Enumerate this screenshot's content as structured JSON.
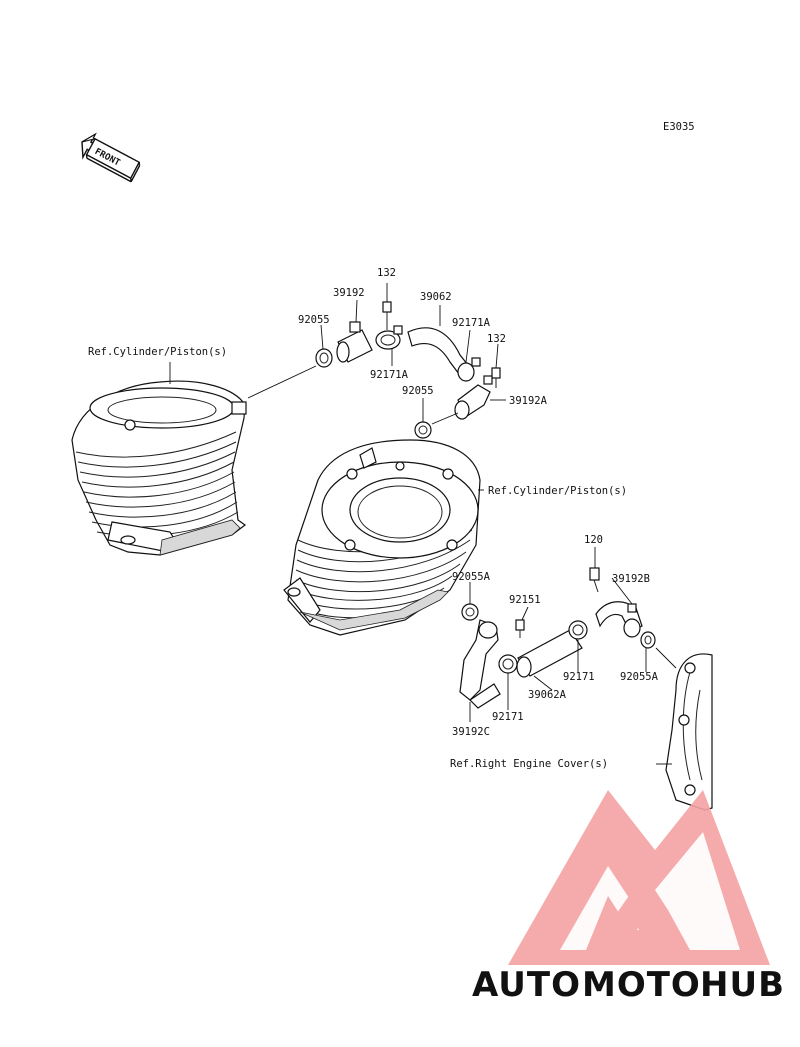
{
  "diagram": {
    "code": "E3035",
    "front_label": "FRONT",
    "labels": {
      "ref_cyl_left": "Ref.Cylinder/Piston(s)",
      "ref_cyl_right": "Ref.Cylinder/Piston(s)",
      "ref_engine_cover": "Ref.Right Engine Cover(s)",
      "p132_top": "132",
      "p39192": "39192",
      "p39062": "39062",
      "p92055_top": "92055",
      "p92171A_right": "92171A",
      "p132_right": "132",
      "p92171A_left": "92171A",
      "p92055_mid": "92055",
      "p39192A": "39192A",
      "p120": "120",
      "p39192B": "39192B",
      "p92055A_left": "92055A",
      "p92151": "92151",
      "p92171_right": "92171",
      "p92055A_right": "92055A",
      "p39062A": "39062A",
      "p92171_bottom": "92171",
      "p39192C": "39192C"
    }
  },
  "watermark": {
    "part1": "AUTO",
    "part2": "MOTO",
    "part3": "HUB",
    "colors": {
      "auto": "#f6c27a",
      "moto": "#f4908e",
      "hub": "#666666",
      "triangle": "#f4a3a3"
    }
  }
}
